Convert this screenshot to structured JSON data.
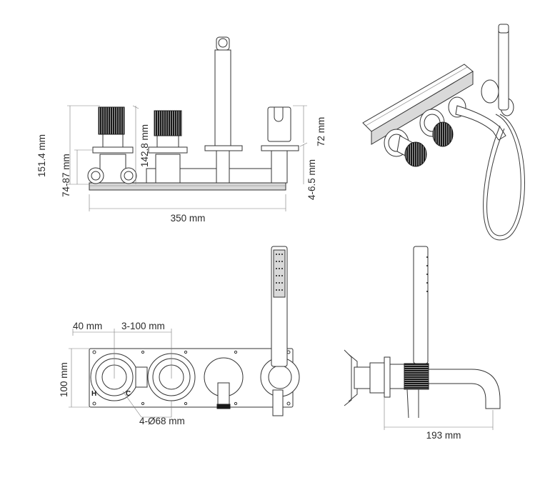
{
  "dimensions": {
    "height_total": "151.4 mm",
    "height_valve": "74-87 mm",
    "spout_height": "142.8 mm",
    "hook_height": "72 mm",
    "plate_thickness": "4-6.5 mm",
    "width": "350 mm",
    "offset": "40 mm",
    "spacing": "3-100 mm",
    "plate_height": "100 mm",
    "holes": "4-Ø68 mm",
    "projection": "193 mm"
  },
  "labels": {
    "hot": "H",
    "cold": "C"
  }
}
